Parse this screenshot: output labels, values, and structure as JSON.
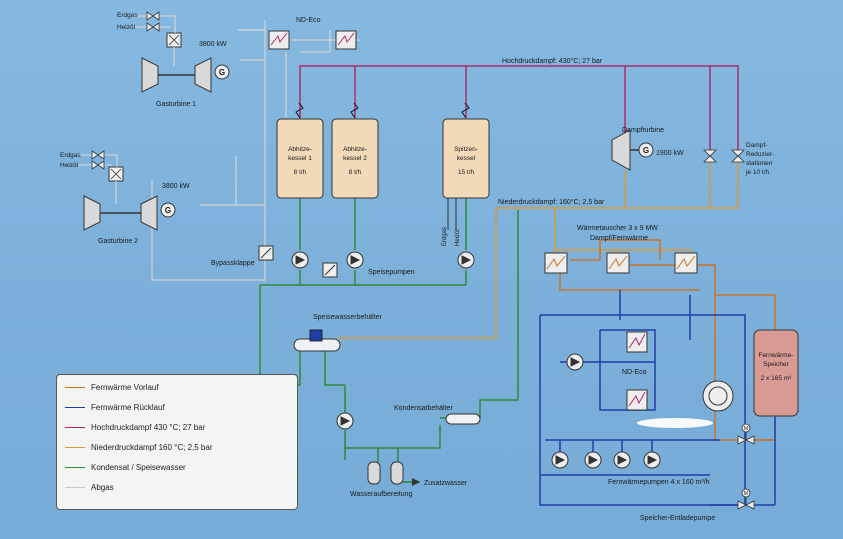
{
  "labels": {
    "fuel_gas_1": "Erdgas",
    "fuel_oil_1": "Heizöl",
    "fuel_gas_2": "Erdgas",
    "fuel_oil_2": "Heizöl",
    "gt1_power": "3800 kW",
    "gt2_power": "3800 kW",
    "gt1_name": "Gasturbine 1",
    "gt2_name": "Gasturbine 2",
    "nd_eco_top": "ND-Eco",
    "hp_steam": "Hochdruckdampf: 430°C; 27 bar",
    "lp_steam": "Niederdruckdampf: 160°C; 2,5 bar",
    "boiler1_l1": "Abhitze-",
    "boiler1_l2": "kessel 1",
    "boiler1_flow": "8 t/h",
    "boiler2_l1": "Abhitze-",
    "boiler2_l2": "kessel 2",
    "boiler2_flow": "8 t/h",
    "boiler3_l1": "Spitzen-",
    "boiler3_l2": "kessel",
    "boiler3_flow": "15 t/h",
    "boiler3_fuel_gas": "Erdgas",
    "boiler3_fuel_oil": "Heizöl",
    "steam_turbine": "Dampfturbine",
    "st_power": "1900 kW",
    "reducer_l1": "Dampf-",
    "reducer_l2": "Reduzier-",
    "reducer_l3": "stationen",
    "reducer_l4": "je 10 t/h",
    "hx_l1": "Wärmetauscher 3 x 9 MW",
    "hx_l2": "Dampf/Fernwärme",
    "bypass": "Bypassklappe",
    "feed_pumps": "Speisepumpen",
    "feed_tank": "Speisewasserbehälter",
    "condensate_tank": "Kondensatbehälter",
    "nd_eco_mid": "ND-Eco",
    "storage_l1": "Fernwärme-",
    "storage_l2": "Speicher",
    "storage_l3": "2 x 165 m³",
    "water_treatment": "Wasseraufbereitung",
    "makeup_water": "Zusatzwasser",
    "dh_pumps": "Fernwärmepumpen 4 x 160 m³/h",
    "discharge_pump": "Speicher-Entladepumpe",
    "motor_1": "M",
    "motor_2": "M"
  },
  "legend": [
    {
      "label": "Fernwärme Vorlauf",
      "color": "#c8742a"
    },
    {
      "label": "Fernwärme Rücklauf",
      "color": "#1f3fa8"
    },
    {
      "label": "Hochdruckdampf 430 °C; 27 bar",
      "color": "#b0286e"
    },
    {
      "label": "Niederdruckdampf 160 °C; 2,5 bar",
      "color": "#d79a3a"
    },
    {
      "label": "Kondensat / Speisewasser",
      "color": "#2f8a3a"
    },
    {
      "label": "Abgas",
      "color": "#c9c9c9"
    }
  ]
}
